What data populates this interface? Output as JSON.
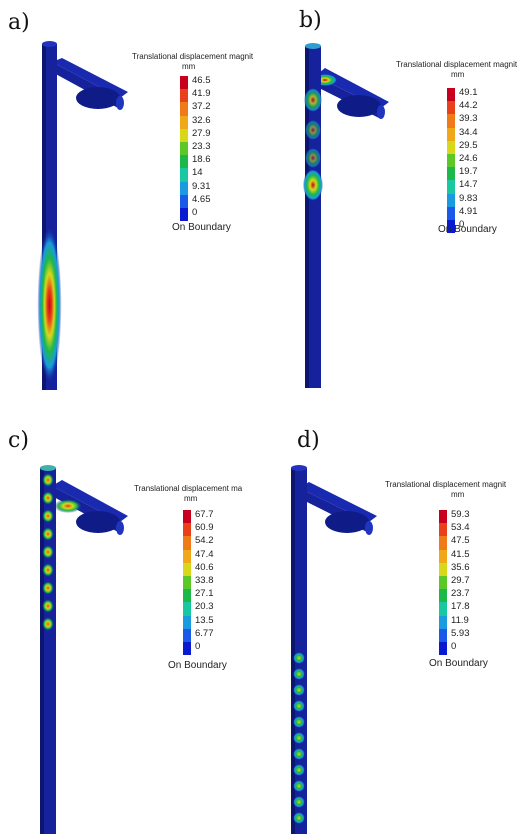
{
  "panels": [
    {
      "label": "a)",
      "legend_title": "Translational displacement magnit",
      "unit": "mm",
      "ticks": [
        "46.5",
        "41.9",
        "37.2",
        "32.6",
        "27.9",
        "23.3",
        "18.6",
        "14",
        "9.31",
        "4.65",
        "0"
      ],
      "footer": "On Boundary"
    },
    {
      "label": "b)",
      "legend_title": "Translational displacement magnit",
      "unit": "mm",
      "ticks": [
        "49.1",
        "44.2",
        "39.3",
        "34.4",
        "29.5",
        "24.6",
        "19.7",
        "14.7",
        "9.83",
        "4.91",
        "0"
      ],
      "footer": "On Boundary"
    },
    {
      "label": "c)",
      "legend_title": "Translational displacement ma",
      "unit": "mm",
      "ticks": [
        "67.7",
        "60.9",
        "54.2",
        "47.4",
        "40.6",
        "33.8",
        "27.1",
        "20.3",
        "13.5",
        "6.77",
        "0"
      ],
      "footer": "On Boundary"
    },
    {
      "label": "d)",
      "legend_title": "Translational displacement magnit",
      "unit": "mm",
      "ticks": [
        "59.3",
        "53.4",
        "47.5",
        "41.5",
        "35.6",
        "29.7",
        "23.7",
        "17.8",
        "11.9",
        "5.93",
        "0"
      ],
      "footer": "On Boundary"
    }
  ],
  "colors": {
    "scale": [
      "#c8001e",
      "#e8401a",
      "#f07a1a",
      "#f0a818",
      "#d8d81a",
      "#5cc828",
      "#1cb84a",
      "#18c8a0",
      "#1a9ae0",
      "#1a5ae8",
      "#0a1ad2"
    ],
    "model_base": "#15229c",
    "model_shade": "#0c1670"
  }
}
